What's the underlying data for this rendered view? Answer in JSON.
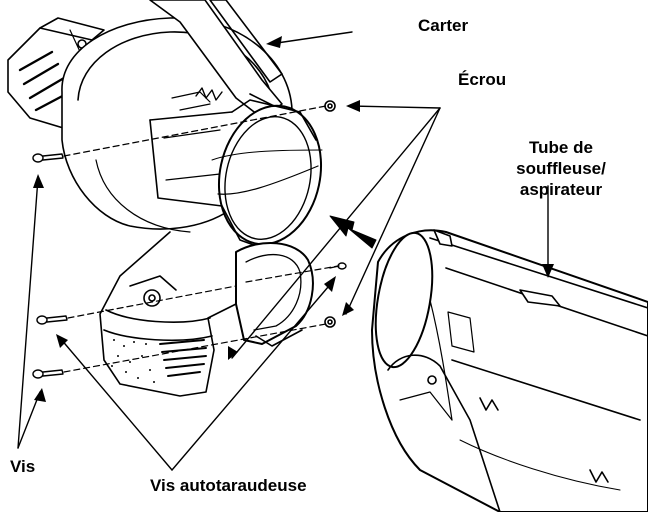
{
  "labels": {
    "carter": "Carter",
    "ecrou": "Écrou",
    "tube_line1": "Tube de",
    "tube_line2": "souffleuse/",
    "tube_line3": "aspirateur",
    "vis": "Vis",
    "vis_autotaraudeuse": "Vis autotaraudeuse"
  },
  "colors": {
    "ink": "#000000",
    "background": "#ffffff",
    "shading": "#d9d9d9"
  }
}
